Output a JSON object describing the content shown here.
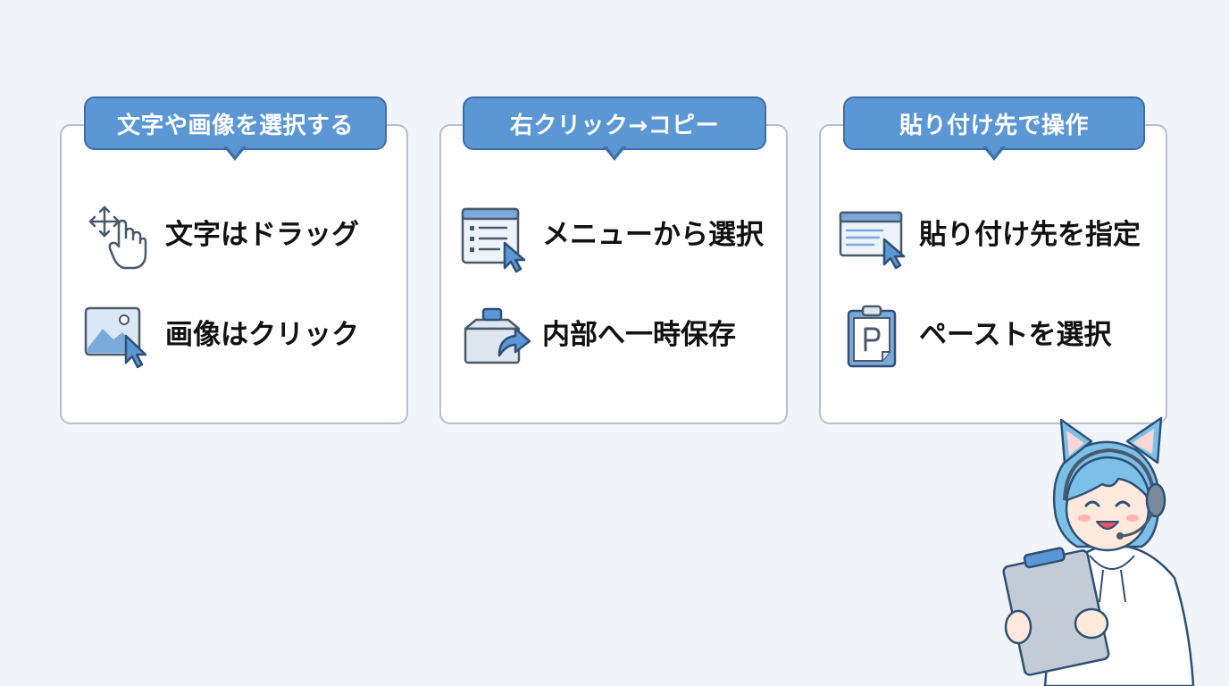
{
  "panels": [
    {
      "title": "文字や画像を選択する",
      "items": [
        {
          "icon": "drag-hand-icon",
          "label": "文字はドラッグ"
        },
        {
          "icon": "image-click-icon",
          "label": "画像はクリック"
        }
      ]
    },
    {
      "title": "右クリック→コピー",
      "items": [
        {
          "icon": "context-menu-icon",
          "label": "メニューから選択"
        },
        {
          "icon": "clipboard-save-icon",
          "label": "内部へ一時保存"
        }
      ]
    },
    {
      "title": "貼り付け先で操作",
      "items": [
        {
          "icon": "target-window-icon",
          "label": "貼り付け先を指定"
        },
        {
          "icon": "paste-clipboard-icon",
          "label": "ペーストを選択"
        }
      ]
    }
  ],
  "colors": {
    "accent": "#5b97d5",
    "accent_border": "#3e6ea6",
    "panel_border": "#b7c0cb",
    "background": "#f1f5f9"
  },
  "mascot": {
    "icon": "cat-ear-headset-girl-with-clipboard"
  }
}
